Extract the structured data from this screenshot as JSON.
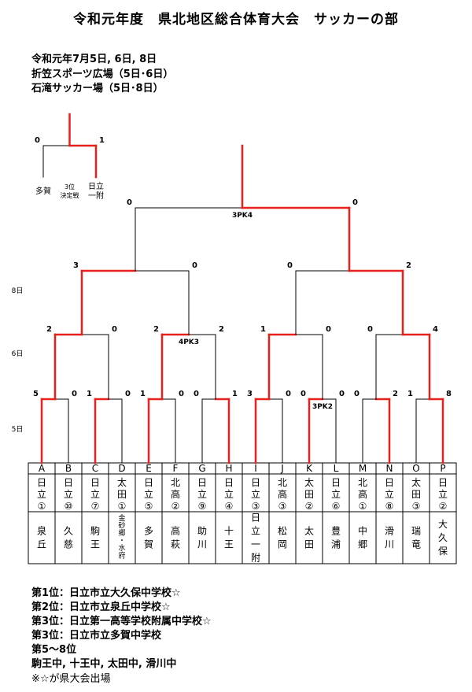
{
  "title": "令和元年度　県北地区総合体育大会　サッカーの部",
  "info": {
    "dates": "令和元年7月5日, 6日, 8日",
    "venue1": "折笠スポーツ広場（5日･6日）",
    "venue2": "石滝サッカー場（5日･8日）"
  },
  "day_labels": {
    "d8": "8日",
    "d6": "6日",
    "d5": "5日"
  },
  "third_place": {
    "left_score": "0",
    "right_score": "1",
    "left_team": "多賀",
    "right_team": "日立一附",
    "caption": "3位決定戦"
  },
  "slots": [
    {
      "letter": "A",
      "school": "日立①",
      "team": "泉丘"
    },
    {
      "letter": "B",
      "school": "日立⑩",
      "team": "久慈"
    },
    {
      "letter": "C",
      "school": "日立⑦",
      "team": "駒王"
    },
    {
      "letter": "D",
      "school": "太田①",
      "team": "金砂郷・水府"
    },
    {
      "letter": "E",
      "school": "日立⑤",
      "team": "多賀"
    },
    {
      "letter": "F",
      "school": "北高②",
      "team": "高萩"
    },
    {
      "letter": "G",
      "school": "日立⑨",
      "team": "助川"
    },
    {
      "letter": "H",
      "school": "日立④",
      "team": "十王"
    },
    {
      "letter": "I",
      "school": "日立③",
      "team": "日立一附"
    },
    {
      "letter": "J",
      "school": "北高③",
      "team": "松岡"
    },
    {
      "letter": "K",
      "school": "太田②",
      "team": "太田"
    },
    {
      "letter": "L",
      "school": "日立⑥",
      "team": "豊浦"
    },
    {
      "letter": "M",
      "school": "北高①",
      "team": "中郷"
    },
    {
      "letter": "N",
      "school": "日立⑧",
      "team": "滑川"
    },
    {
      "letter": "O",
      "school": "太田③",
      "team": "瑞竜"
    },
    {
      "letter": "P",
      "school": "日立②",
      "team": "大久保"
    }
  ],
  "matches": {
    "r1": [
      {
        "a": "5",
        "b": "0",
        "winner": 0,
        "pk": ""
      },
      {
        "a": "1",
        "b": "0",
        "winner": 0,
        "pk": ""
      },
      {
        "a": "1",
        "b": "0",
        "winner": 0,
        "pk": ""
      },
      {
        "a": "0",
        "b": "1",
        "winner": 1,
        "pk": ""
      },
      {
        "a": "3",
        "b": "0",
        "winner": 0,
        "pk": ""
      },
      {
        "a": "0",
        "b": "0",
        "winner": 0,
        "pk": "3PK2"
      },
      {
        "a": "0",
        "b": "2",
        "winner": 1,
        "pk": ""
      },
      {
        "a": "1",
        "b": "8",
        "winner": 1,
        "pk": ""
      }
    ],
    "r2": [
      {
        "a": "2",
        "b": "0",
        "winner": 0,
        "pk": ""
      },
      {
        "a": "2",
        "b": "2",
        "winner": 0,
        "pk": "4PK3"
      },
      {
        "a": "1",
        "b": "0",
        "winner": 0,
        "pk": ""
      },
      {
        "a": "0",
        "b": "4",
        "winner": 1,
        "pk": ""
      }
    ],
    "r3": [
      {
        "a": "3",
        "b": "0",
        "winner": 0,
        "pk": ""
      },
      {
        "a": "0",
        "b": "2",
        "winner": 1,
        "pk": ""
      }
    ],
    "final": {
      "a": "0",
      "b": "0",
      "winner": 1,
      "pk": "3PK4"
    }
  },
  "results": [
    "第1位：日立市立大久保中学校☆",
    "第2位：日立市立泉丘中学校☆",
    "第3位：日立第一高等学校附属中学校☆",
    "第3位：日立市立多賀中学校",
    "第5～8位",
    "駒王中, 十王中, 太田中, 滑川中"
  ],
  "note": "※☆が県大会出場",
  "colors": {
    "win": "#e8201c",
    "lose": "#000000"
  }
}
